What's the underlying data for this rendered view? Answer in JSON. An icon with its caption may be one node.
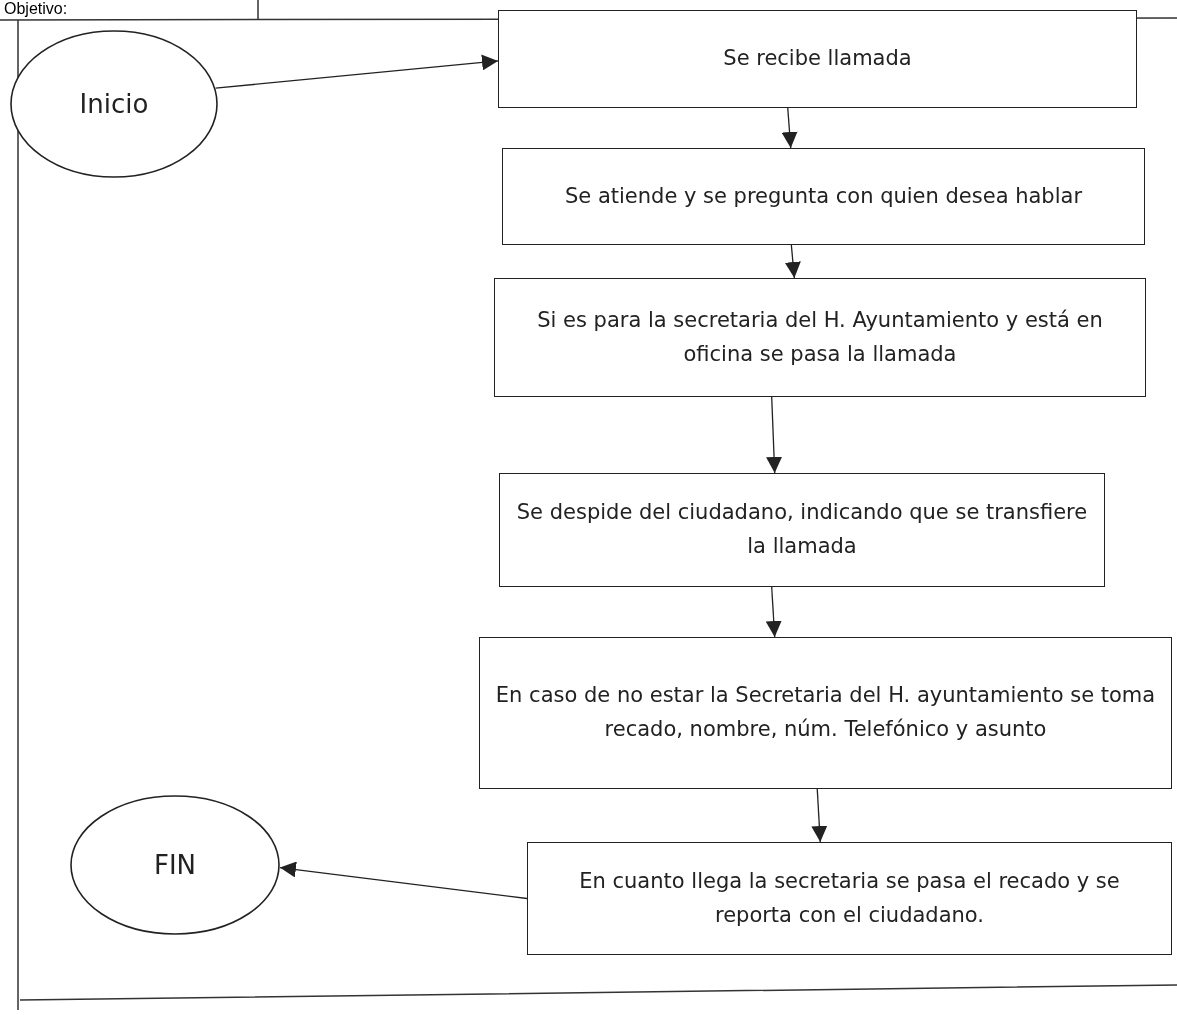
{
  "diagram": {
    "nodes": [
      {
        "text": [
          "Inicio"
        ]
      },
      {
        "text": [
          "Se recibe llamada"
        ]
      },
      {
        "text": [
          "Se atiende y se pregunta con quien desea hablar"
        ]
      },
      {
        "text": [
          "Si es para la secretaria del H. Ayuntamiento y está en oficina se pasa la llamada"
        ]
      },
      {
        "text": [
          "Se despide del ciudadano, indicando que se transfiere la llamada"
        ]
      },
      {
        "text": [
          "En caso de no estar la Secretaria del H. ayuntamiento se toma recado, nombre, núm. Telefónico y asunto"
        ]
      },
      {
        "text": [
          "En cuanto llega la secretaria se pasa el recado y se reporta con el ciudadano."
        ]
      },
      {
        "text": [
          "FIN"
        ]
      }
    ],
    "edges": [
      {
        "from": 0,
        "to": 1,
        "arrow": "to"
      },
      {
        "from": 1,
        "to": 2,
        "arrow": "to"
      },
      {
        "from": 2,
        "to": 3,
        "arrow": "to"
      },
      {
        "from": 3,
        "to": 4,
        "arrow": "to"
      },
      {
        "from": 4,
        "to": 5,
        "arrow": "to"
      },
      {
        "from": 5,
        "to": 6,
        "arrow": "to"
      },
      {
        "from": 6,
        "to": 7,
        "arrow": "to"
      }
    ],
    "labels": [
      "Objetivo:"
    ]
  }
}
